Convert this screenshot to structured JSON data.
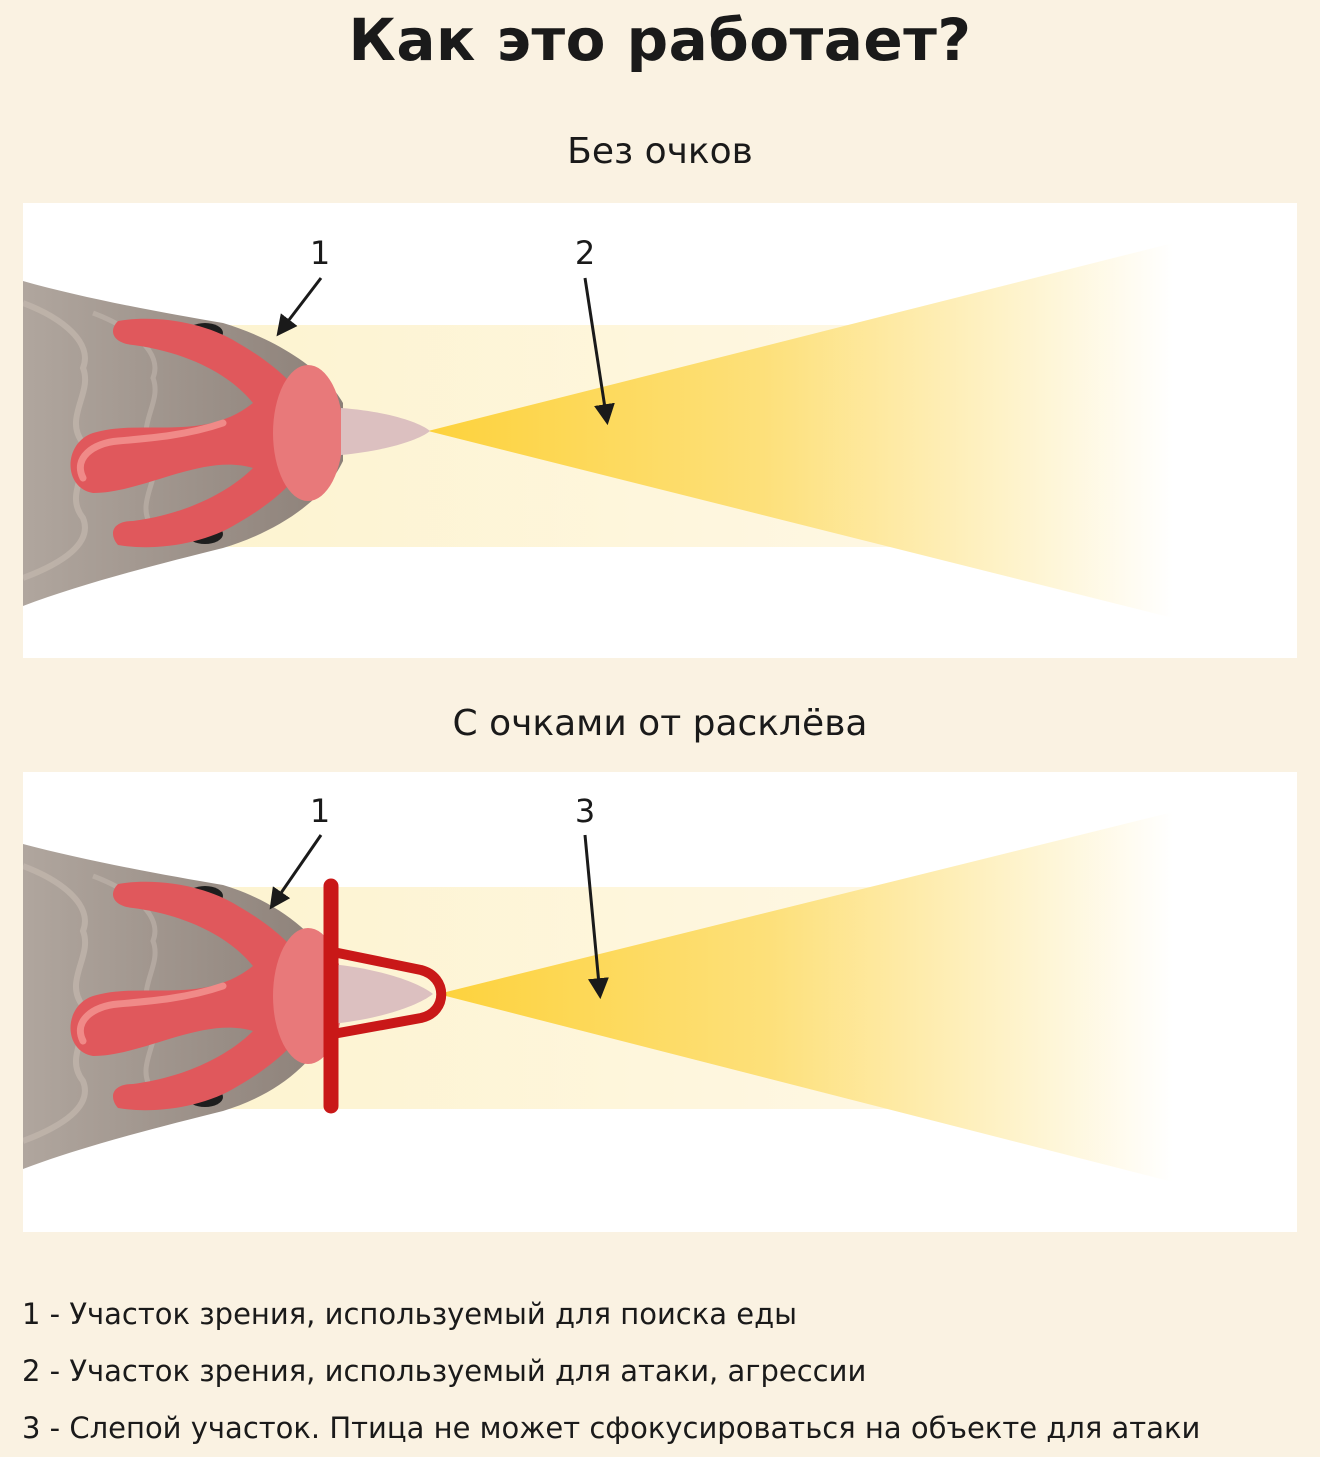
{
  "title": "Как это работает?",
  "sections": [
    {
      "title": "Без очков",
      "labels": [
        "1",
        "2"
      ]
    },
    {
      "title": "С очками от расклёва",
      "labels": [
        "1",
        "3"
      ]
    }
  ],
  "legend": [
    "1 - Участок зрения, используемый для поиска еды",
    "2 - Участок зрения, используемый для атаки, агрессии",
    "3 - Слепой участок. Птица не может сфокусироваться на объекте для атаки"
  ],
  "colors": {
    "background": "#faf2e2",
    "panel": "#ffffff",
    "side_vision": "#fdf3cf",
    "focus_vision": "#fdd444",
    "comb": "#e0585c",
    "beak": "#dcc0c0",
    "glasses": "#c91818",
    "feathers": "#a4988f"
  }
}
